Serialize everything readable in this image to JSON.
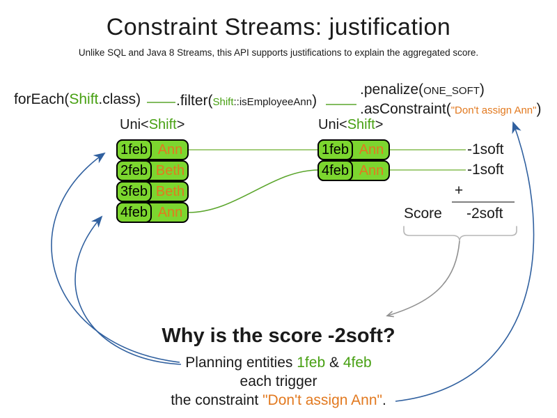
{
  "title": "Constraint Streams: justification",
  "subtitle": "Unlike SQL and Java 8 Streams, this API supports justifications to explain the aggregated score.",
  "code": {
    "foreach": {
      "pre": "forEach(",
      "cls": "Shift",
      "post": ".class)"
    },
    "filter": {
      "pre": ".filter(",
      "cls": "Shift",
      "rest": "::isEmployeeAnn",
      "post": ")"
    },
    "penalize": {
      "pre": ".penalize(",
      "arg": "ONE_SOFT",
      "post": ")"
    },
    "asconstraint": {
      "pre": ".asConstraint(",
      "arg": "\"Don't assign Ann\"",
      "post": ")"
    }
  },
  "streams": {
    "left": {
      "type_pre": "Uni<",
      "type_name": "Shift",
      "type_post": ">",
      "rows": [
        {
          "date": "1feb",
          "employee": "Ann"
        },
        {
          "date": "2feb",
          "employee": "Beth"
        },
        {
          "date": "3feb",
          "employee": "Beth"
        },
        {
          "date": "4feb",
          "employee": "Ann"
        }
      ]
    },
    "right": {
      "type_pre": "Uni<",
      "type_name": "Shift",
      "type_post": ">",
      "rows": [
        {
          "date": "1feb",
          "employee": "Ann"
        },
        {
          "date": "4feb",
          "employee": "Ann"
        }
      ]
    }
  },
  "results": {
    "soft1": "-1soft",
    "soft2": "-1soft",
    "plus": "+",
    "score_label": "Score",
    "total": "-2soft"
  },
  "explanation": {
    "heading": "Why is the score -2soft?",
    "line1_pre": "Planning entities ",
    "line1_entity1": "1feb",
    "line1_amp": " & ",
    "line1_entity2": "4feb",
    "line2": "each trigger",
    "line3_pre": "the constraint ",
    "line3_constraint": "\"Don't assign Ann\"",
    "line3_post": "."
  },
  "colors": {
    "entity_green": "#47a012",
    "box_green": "#7cd62f",
    "constraint_orange": "#e2791f",
    "arrow_blue": "#30609f",
    "arrow_gray": "#909090"
  }
}
